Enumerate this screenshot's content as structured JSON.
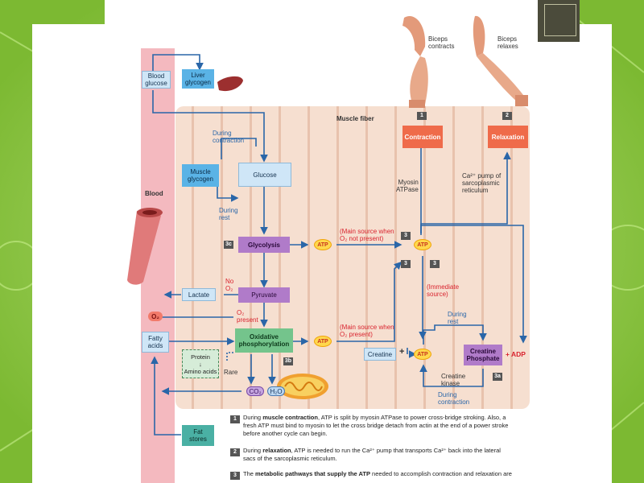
{
  "slide": {
    "bg_color": "#8cc63f",
    "accent": "#4b4b3b"
  },
  "arm": {
    "contracts_l1": "Biceps",
    "contracts_l2": "contracts",
    "relaxes_l1": "Biceps",
    "relaxes_l2": "relaxes"
  },
  "labels": {
    "blood_glucose_1": "Blood",
    "blood_glucose_2": "glucose",
    "liver_glycogen_1": "Liver",
    "liver_glycogen_2": "glycogen",
    "muscle_fiber": "Muscle fiber",
    "blood": "Blood",
    "during_contraction_1": "During",
    "during_contraction_2": "contraction",
    "muscle_glycogen_1": "Muscle",
    "muscle_glycogen_2": "glycogen",
    "glucose": "Glucose",
    "during_rest_1": "During",
    "during_rest_2": "rest",
    "glycolysis": "Glycolysis",
    "no": "No",
    "o2": "O₂",
    "lactate": "Lactate",
    "pyruvate": "Pyruvate",
    "o2_badge": "O₂",
    "o2_present_1": "O₂",
    "o2_present_2": "present",
    "fatty_acids_1": "Fatty",
    "fatty_acids_2": "acids",
    "oxphos_1": "Oxidative",
    "oxphos_2": "phosphorylation",
    "protein": "Protein",
    "amino_acids": "Amino acids",
    "rare": "Rare",
    "co2": "CO₂",
    "h2o": "H₂O",
    "fat_stores_1": "Fat",
    "fat_stores_2": "stores",
    "main_source_1a": "(Main source when",
    "main_source_1b": "O₂ not present)",
    "main_source_2a": "(Main source when",
    "main_source_2b": "O₂ present)",
    "atp": "ATP",
    "myosin_1": "Myosin",
    "myosin_2": "ATPase",
    "contraction": "Contraction",
    "relaxation": "Relaxation",
    "ca_pump_1": "Ca²⁺ pump of",
    "ca_pump_2": "sarcoplasmic",
    "ca_pump_3": "reticulum",
    "immediate_1": "(Immediate",
    "immediate_2": "source)",
    "during_rest_b1": "During",
    "during_rest_b2": "rest",
    "creatine": "Creatine",
    "plus": "+",
    "creatine_phosphate_1": "Creatine",
    "creatine_phosphate_2": "Phosphate",
    "plus_adp": "+ ADP",
    "creatine_kinase_1": "Creatine",
    "creatine_kinase_2": "kinase",
    "during_contraction_b1": "During",
    "during_contraction_b2": "contraction"
  },
  "numbers": {
    "n1": "1",
    "n2": "2",
    "n3": "3",
    "n3a": "3a",
    "n3b": "3b",
    "n3c": "3c"
  },
  "captions": {
    "c1_num": "1",
    "c1_a": "During ",
    "c1_b": "muscle contraction",
    "c1_c": ", ATP is split by myosin ATPase to power cross-bridge stroking. Also, a",
    "c1_l2": "fresh ATP must bind to myosin to let the cross bridge detach from actin at the end of a power stroke",
    "c1_l3": "before another cycle can begin.",
    "c2_num": "2",
    "c2_a": "During ",
    "c2_b": "relaxation",
    "c2_c": ", ATP is needed to run the Ca²⁺ pump that transports Ca²⁺ back into the lateral",
    "c2_l2": "sacs of the sarcoplasmic reticulum.",
    "c3_num": "3",
    "c3_a": "The ",
    "c3_b": "metabolic pathways that supply the ATP",
    "c3_c": " needed to accomplish contraction and relaxation are"
  }
}
